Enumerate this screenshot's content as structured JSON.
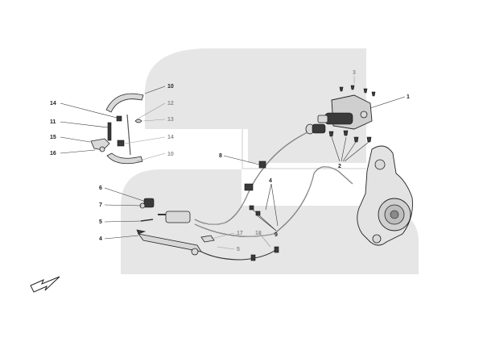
{
  "colors": {
    "background": "#ffffff",
    "watermark": "#e6e6e6",
    "label_dark": "#222222",
    "label_gray": "#8c8c8c"
  },
  "callouts": {
    "c1": "1",
    "c2": "2",
    "c3": "3",
    "c4": "4",
    "c5a": "5",
    "c5b": "5",
    "c6": "6",
    "c7": "7",
    "c8": "8",
    "c9a": "4",
    "c9b": "9",
    "c10a": "10",
    "c10b": "10",
    "c11": "11",
    "c12": "12",
    "c13": "13",
    "c14a": "14",
    "c14b": "14",
    "c15": "15",
    "c16": "16",
    "c17": "17",
    "c18": "18"
  },
  "icons": {
    "direction_arrow": "arrow-down-left-icon"
  }
}
